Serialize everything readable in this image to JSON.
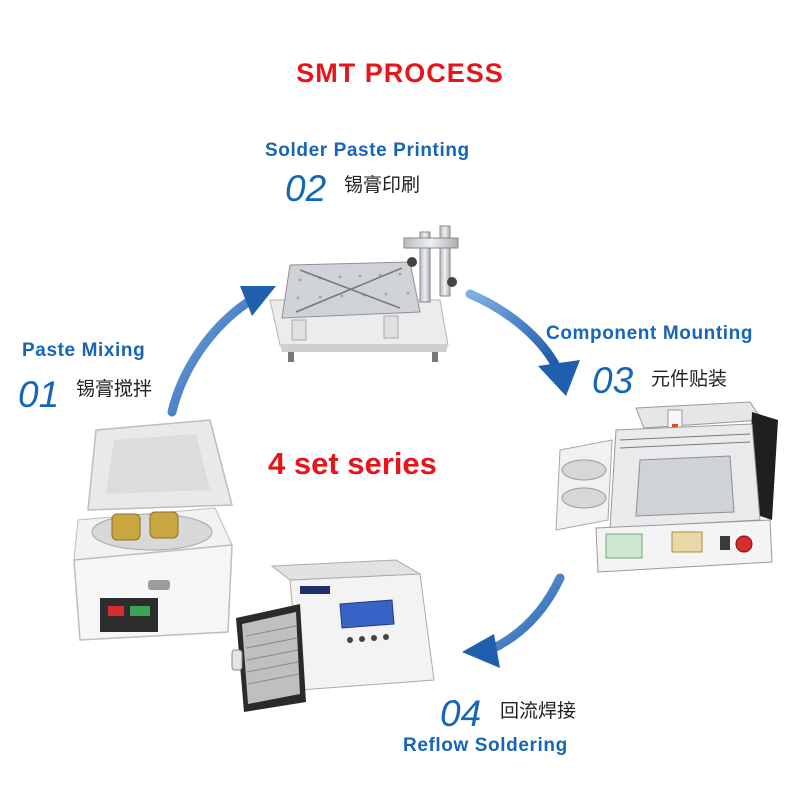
{
  "title": "SMT PROCESS",
  "subtitle": "4 set series",
  "steps": [
    {
      "number": "01",
      "label_en": "Paste Mixing",
      "label_cn": "锡膏搅拌",
      "machine": "solder-paste-mixer"
    },
    {
      "number": "02",
      "label_en": "Solder Paste Printing",
      "label_cn": "锡膏印刷",
      "machine": "stencil-printer"
    },
    {
      "number": "03",
      "label_en": "Component Mounting",
      "label_cn": "元件贴装",
      "machine": "pick-and-place-machine"
    },
    {
      "number": "04",
      "label_en": "Reflow Soldering",
      "label_cn": "回流焊接",
      "machine": "reflow-oven"
    }
  ],
  "colors": {
    "title": "#e8141b",
    "labels": "#1565b8",
    "arrows": "#1f5fae"
  }
}
